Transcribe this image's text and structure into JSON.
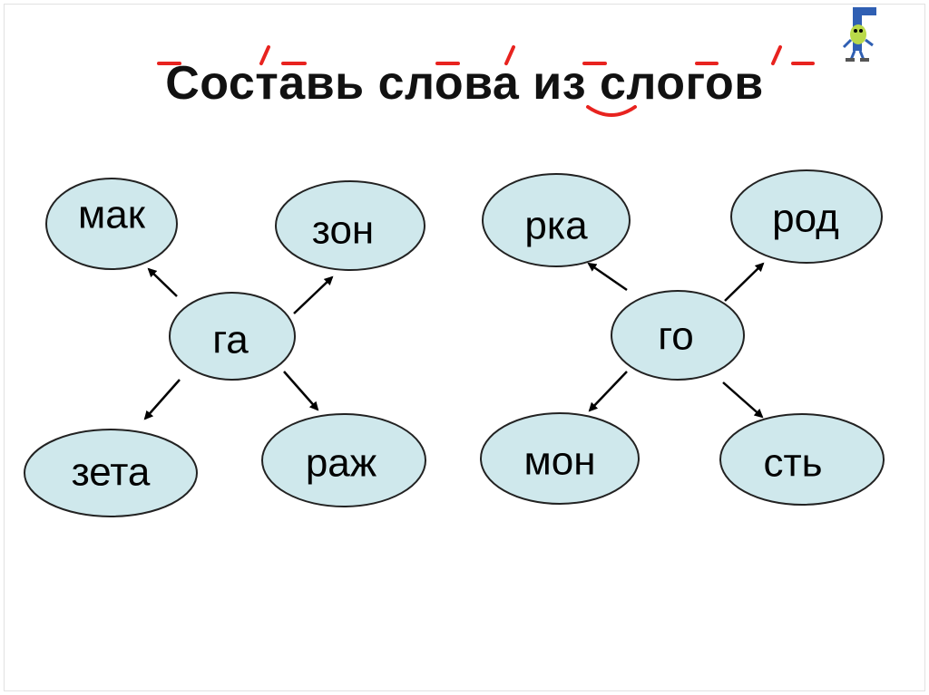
{
  "title": "Составь слова из слогов",
  "colors": {
    "node_fill": "#cfe8ec",
    "node_stroke": "#222222",
    "mark_red": "#e8231f",
    "arrow": "#000000"
  },
  "groups": [
    {
      "center": "га",
      "words": [
        "мак",
        "зон",
        "зета",
        "раж"
      ]
    },
    {
      "center": "го",
      "words": [
        "рка",
        "род",
        "мон",
        "сть"
      ]
    }
  ]
}
